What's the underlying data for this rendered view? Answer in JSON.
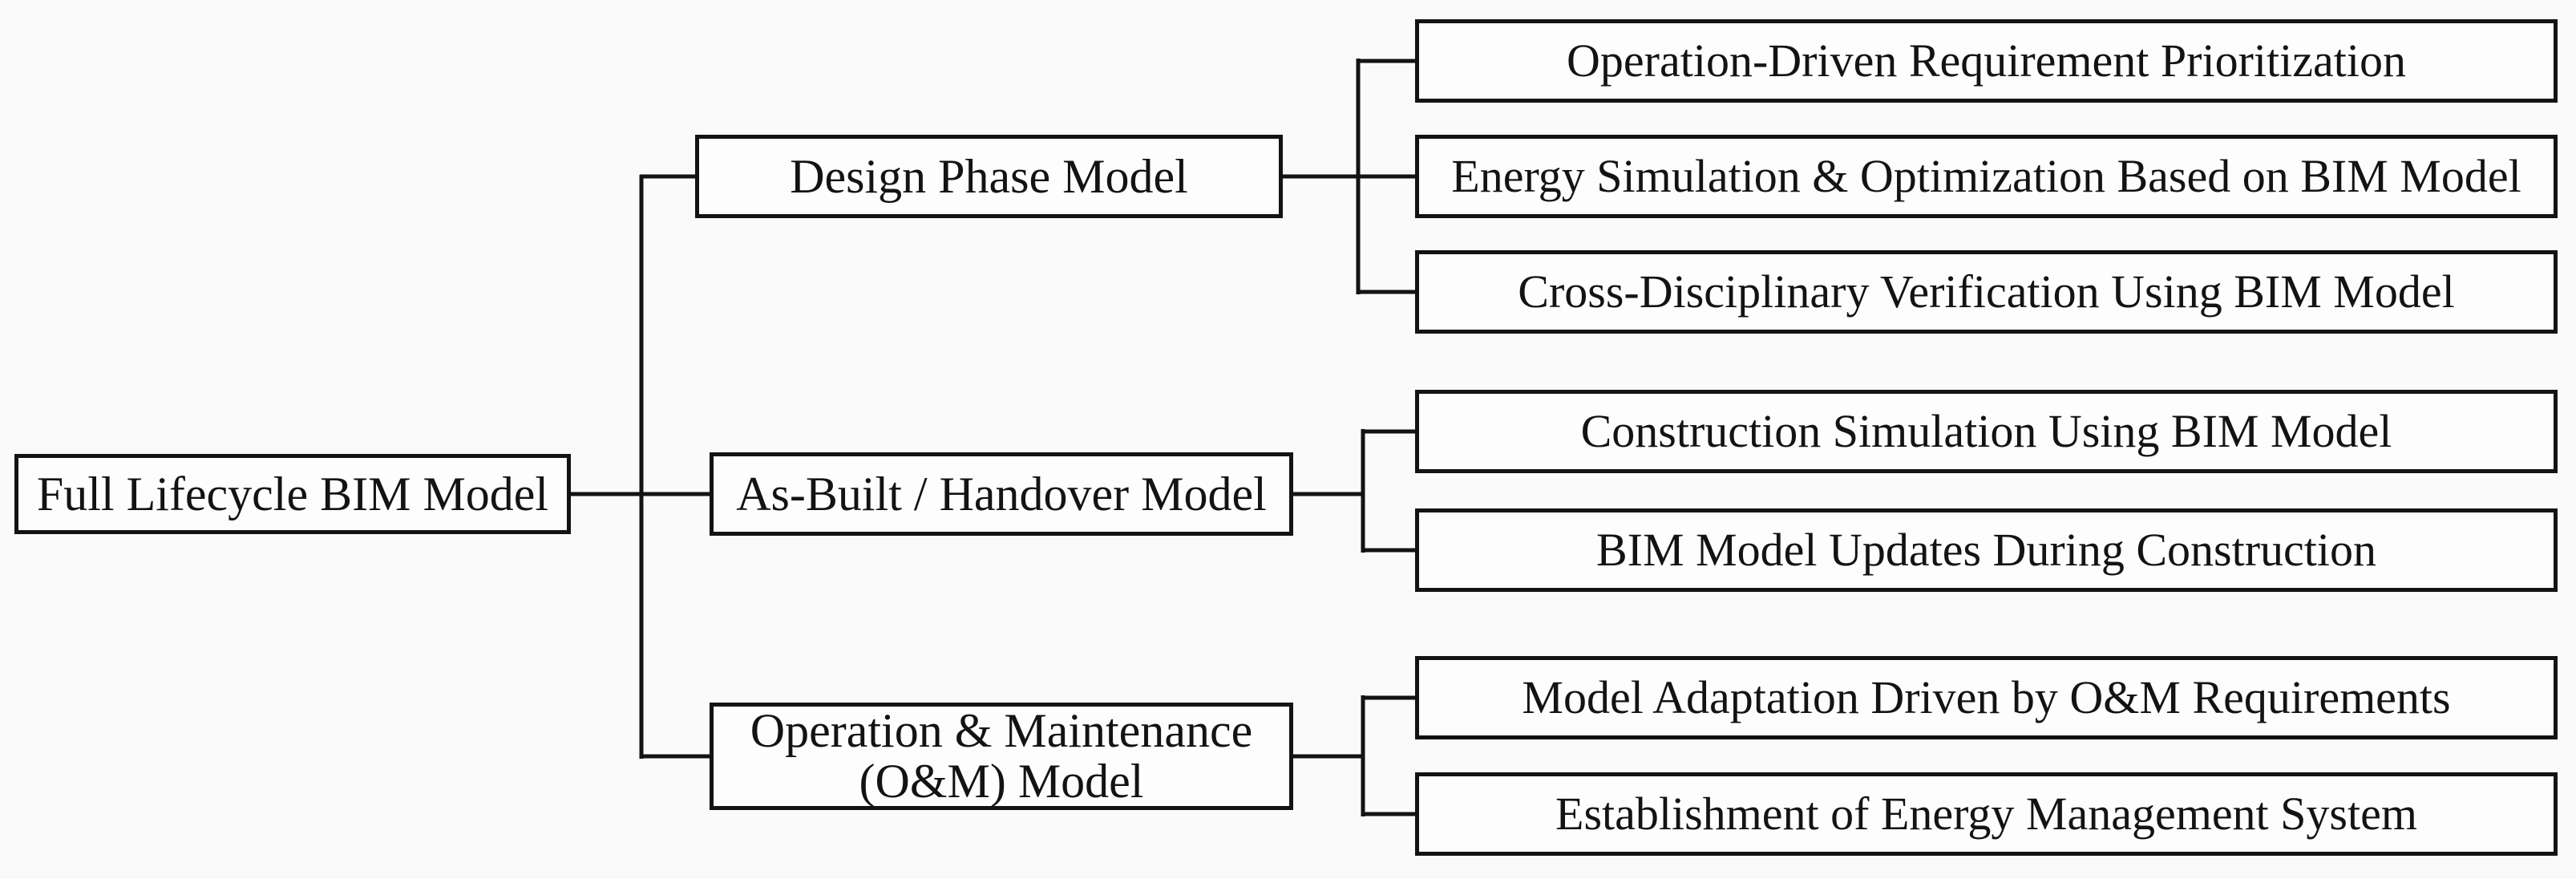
{
  "diagram": {
    "root": {
      "label": "Full Lifecycle BIM Model"
    },
    "branches": [
      {
        "label": "Design Phase Model",
        "children": [
          "Operation-Driven Requirement Prioritization",
          "Energy Simulation & Optimization Based on BIM Model",
          "Cross-Disciplinary Verification Using BIM Model"
        ]
      },
      {
        "label": "As-Built / Handover Model",
        "children": [
          "Construction Simulation Using BIM Model",
          "BIM Model Updates During Construction"
        ]
      },
      {
        "label": "Operation & Maintenance (O&M) Model",
        "label_lines": [
          "Operation & Maintenance",
          "(O&M) Model"
        ],
        "children": [
          "Model Adaptation Driven by O&M Requirements",
          "Establishment of Energy Management System"
        ]
      }
    ],
    "colors": {
      "line": "#131313",
      "text": "#131313",
      "box_fill": "#fdfdfd",
      "background": "#fafafa"
    }
  }
}
